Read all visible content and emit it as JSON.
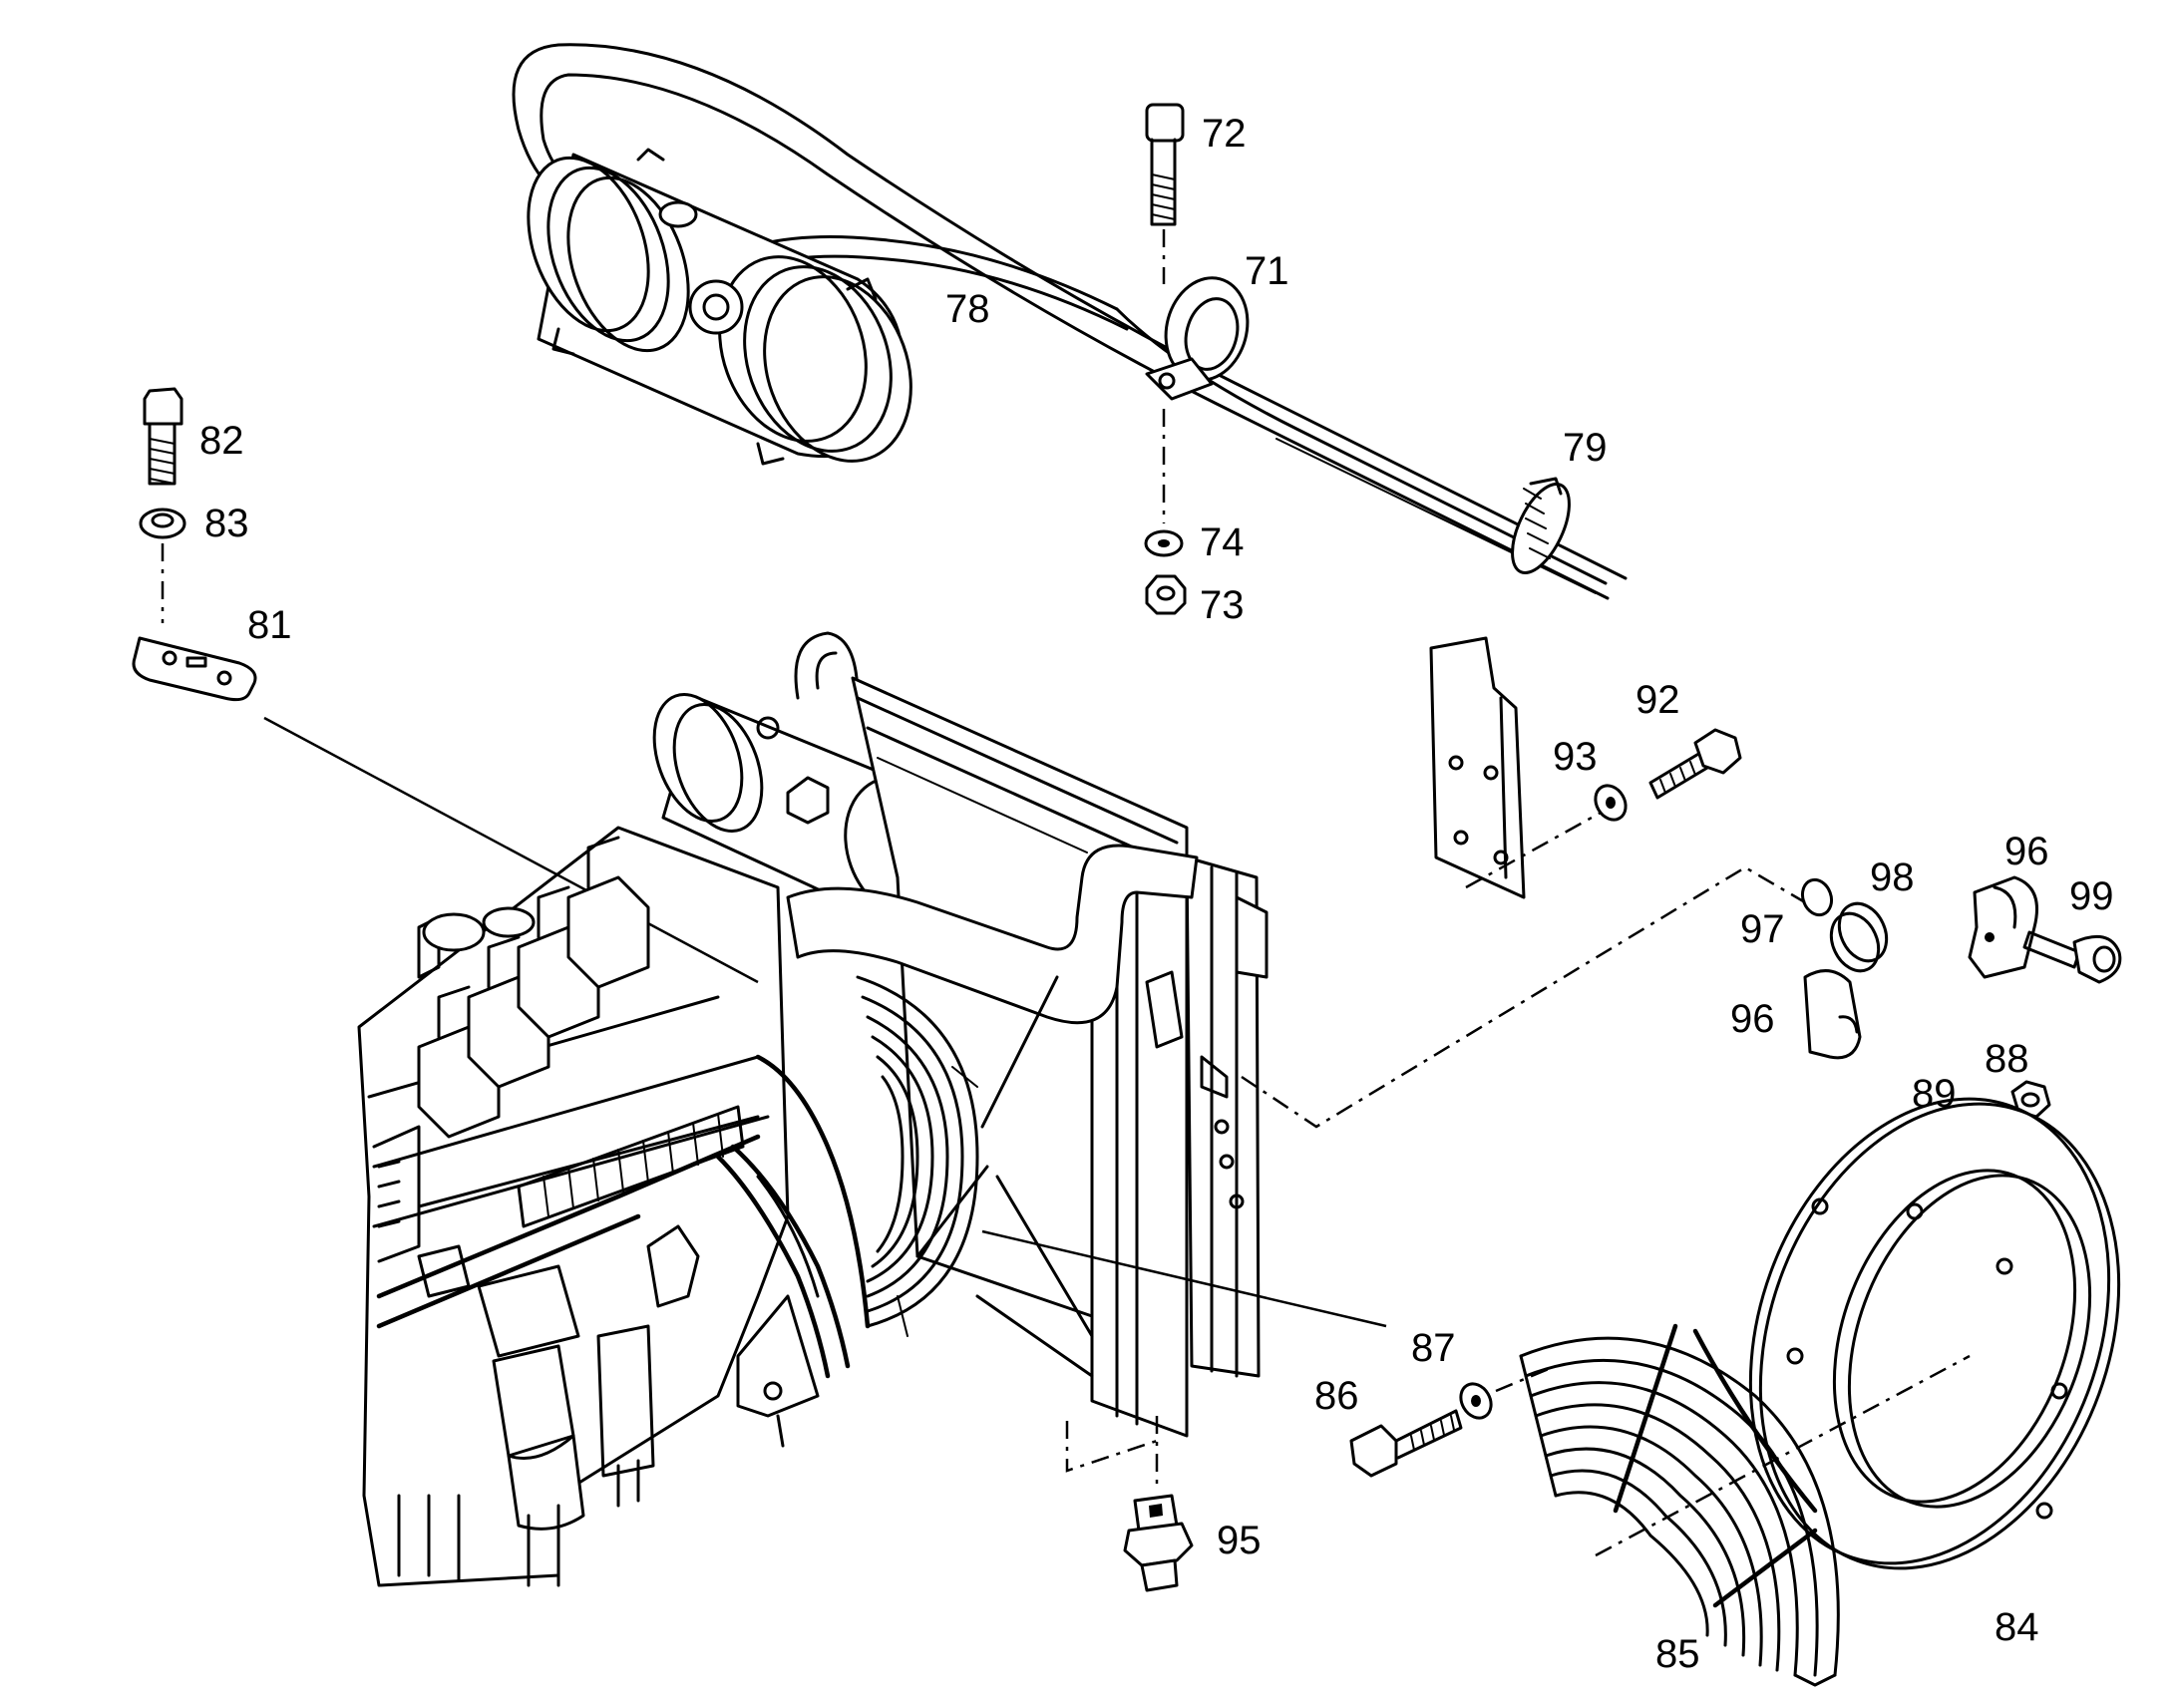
{
  "callouts": {
    "c71": "71",
    "c72": "72",
    "c73": "73",
    "c74": "74",
    "c78": "78",
    "c79": "79",
    "c81": "81",
    "c82": "82",
    "c83": "83",
    "c84": "84",
    "c85": "85",
    "c86": "86",
    "c87": "87",
    "c88": "88",
    "c89": "89",
    "c92": "92",
    "c93": "93",
    "c95": "95",
    "c96a": "96",
    "c96b": "96",
    "c97": "97",
    "c98": "98",
    "c99": "99"
  }
}
